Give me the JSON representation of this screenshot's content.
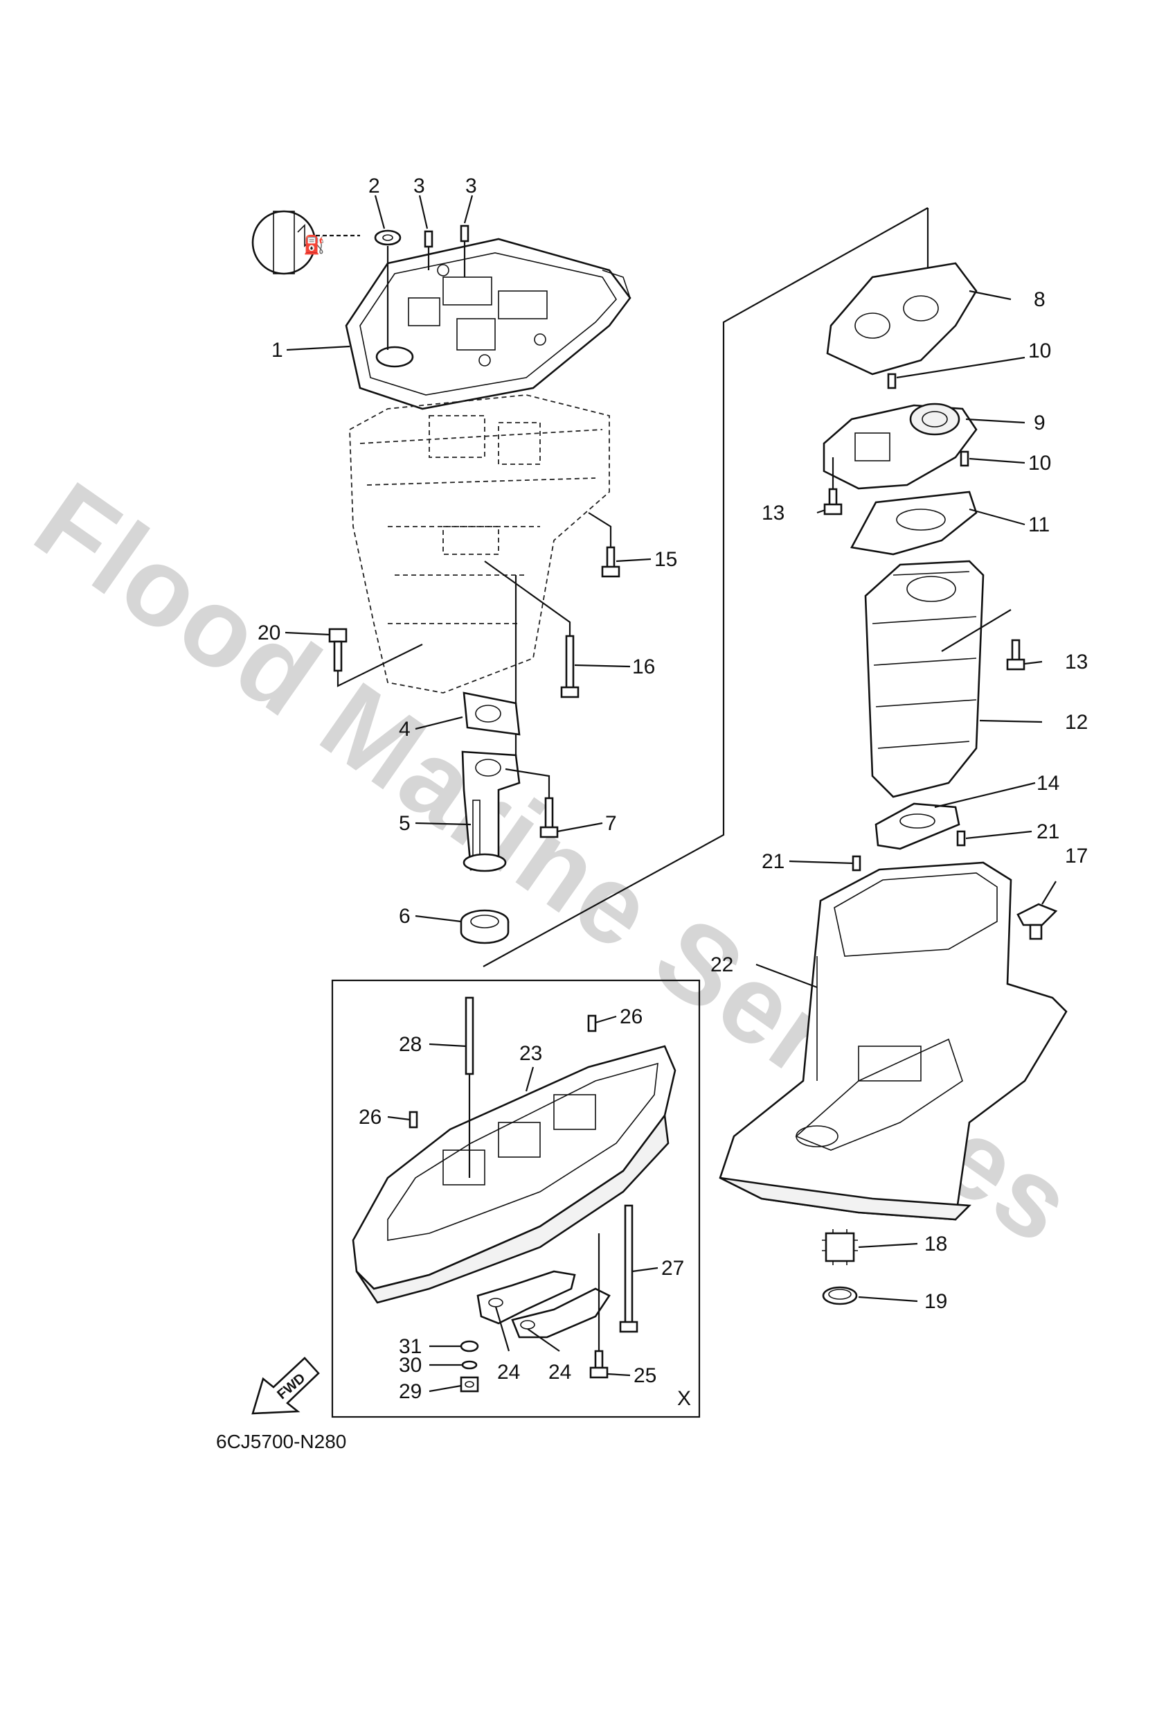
{
  "watermark": "Flood Marine Services",
  "diagram_code": "6CJ5700-N280",
  "inset_marker": "X",
  "fwd_label": "FWD",
  "callouts": {
    "c1": "1",
    "c2": "2",
    "c3a": "3",
    "c3b": "3",
    "c4": "4",
    "c5": "5",
    "c6": "6",
    "c7": "7",
    "c8": "8",
    "c9": "9",
    "c10a": "10",
    "c10b": "10",
    "c11": "11",
    "c12": "12",
    "c13a": "13",
    "c13b": "13",
    "c14": "14",
    "c15": "15",
    "c16": "16",
    "c17": "17",
    "c18": "18",
    "c19": "19",
    "c20": "20",
    "c21a": "21",
    "c21b": "21",
    "c22": "22",
    "c23": "23",
    "c24a": "24",
    "c24b": "24",
    "c25": "25",
    "c26a": "26",
    "c26b": "26",
    "c27": "27",
    "c28": "28",
    "c29": "29",
    "c30": "30",
    "c31": "31"
  }
}
